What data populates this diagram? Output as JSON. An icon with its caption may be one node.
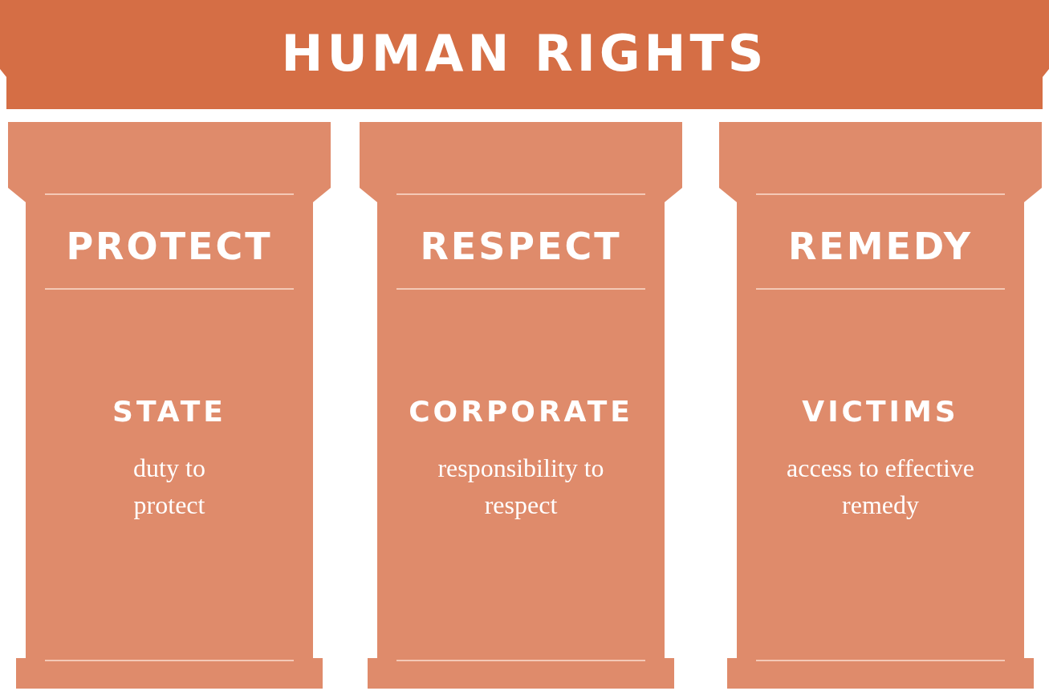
{
  "diagram": {
    "nodes": [
      {
        "text": [
          "HUMAN RIGHTS"
        ]
      },
      {
        "text": [
          "PROTECT",
          "STATE",
          "duty to protect"
        ]
      },
      {
        "text": [
          "RESPECT",
          "CORPORATE",
          "responsibility to respect"
        ]
      },
      {
        "text": [
          "REMEDY",
          "VICTIMS",
          "access to effective remedy"
        ]
      }
    ]
  }
}
